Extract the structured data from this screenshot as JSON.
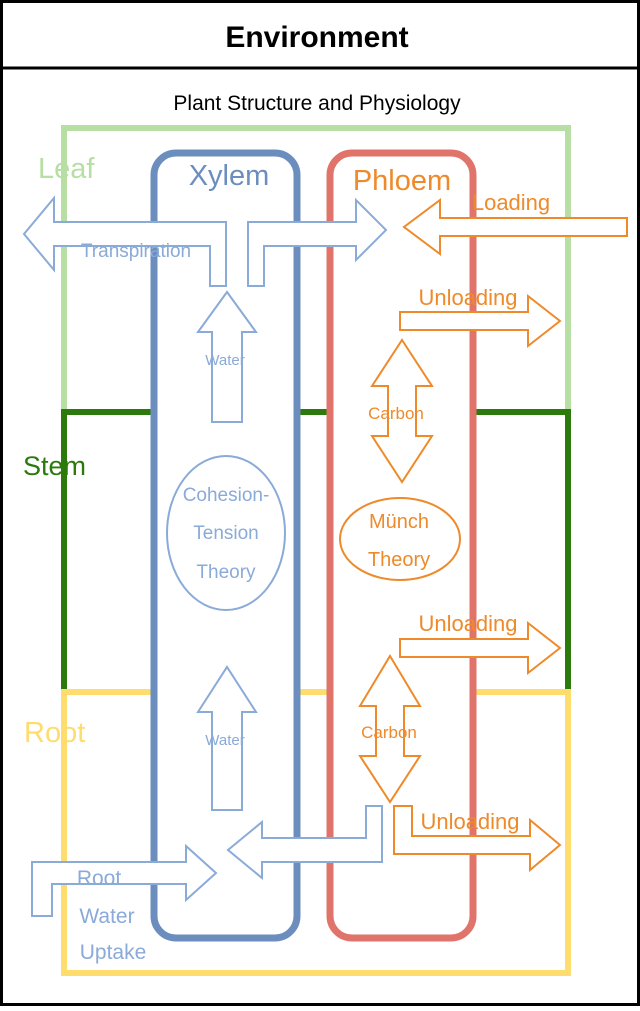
{
  "header": {
    "title": "Environment"
  },
  "diagram": {
    "subtitle": "Plant Structure and Physiology",
    "regions": {
      "leaf": {
        "label": "Leaf",
        "color": "#b7dfa3"
      },
      "stem": {
        "label": "Stem",
        "color": "#2b7a0b"
      },
      "root": {
        "label": "Root",
        "color": "#fedc6e"
      }
    },
    "tissues": {
      "xylem": {
        "label": "Xylem",
        "color": "#6c8ebf"
      },
      "phloem": {
        "label": "Phloem",
        "color": "#e0746a",
        "label_color": "#ee8a2a"
      }
    },
    "xylem_labels": {
      "transpiration": "Transpiration",
      "water_upper": "Water",
      "water_lower": "Water",
      "theory_line1": "Cohesion-",
      "theory_line2": "Tension",
      "theory_line3": "Theory",
      "root_line1": "Root",
      "root_line2": "Water",
      "root_line3": "Uptake"
    },
    "phloem_labels": {
      "loading": "Loading",
      "unloading_leaf": "Unloading",
      "carbon_upper": "Carbon",
      "theory_line1": "Münch",
      "theory_line2": "Theory",
      "unloading_stem": "Unloading",
      "carbon_lower": "Carbon",
      "unloading_root": "Unloading"
    },
    "colors": {
      "water_arrow": "#8aaad8",
      "carbon_arrow": "#ee8a2a",
      "border": "#000000"
    }
  }
}
